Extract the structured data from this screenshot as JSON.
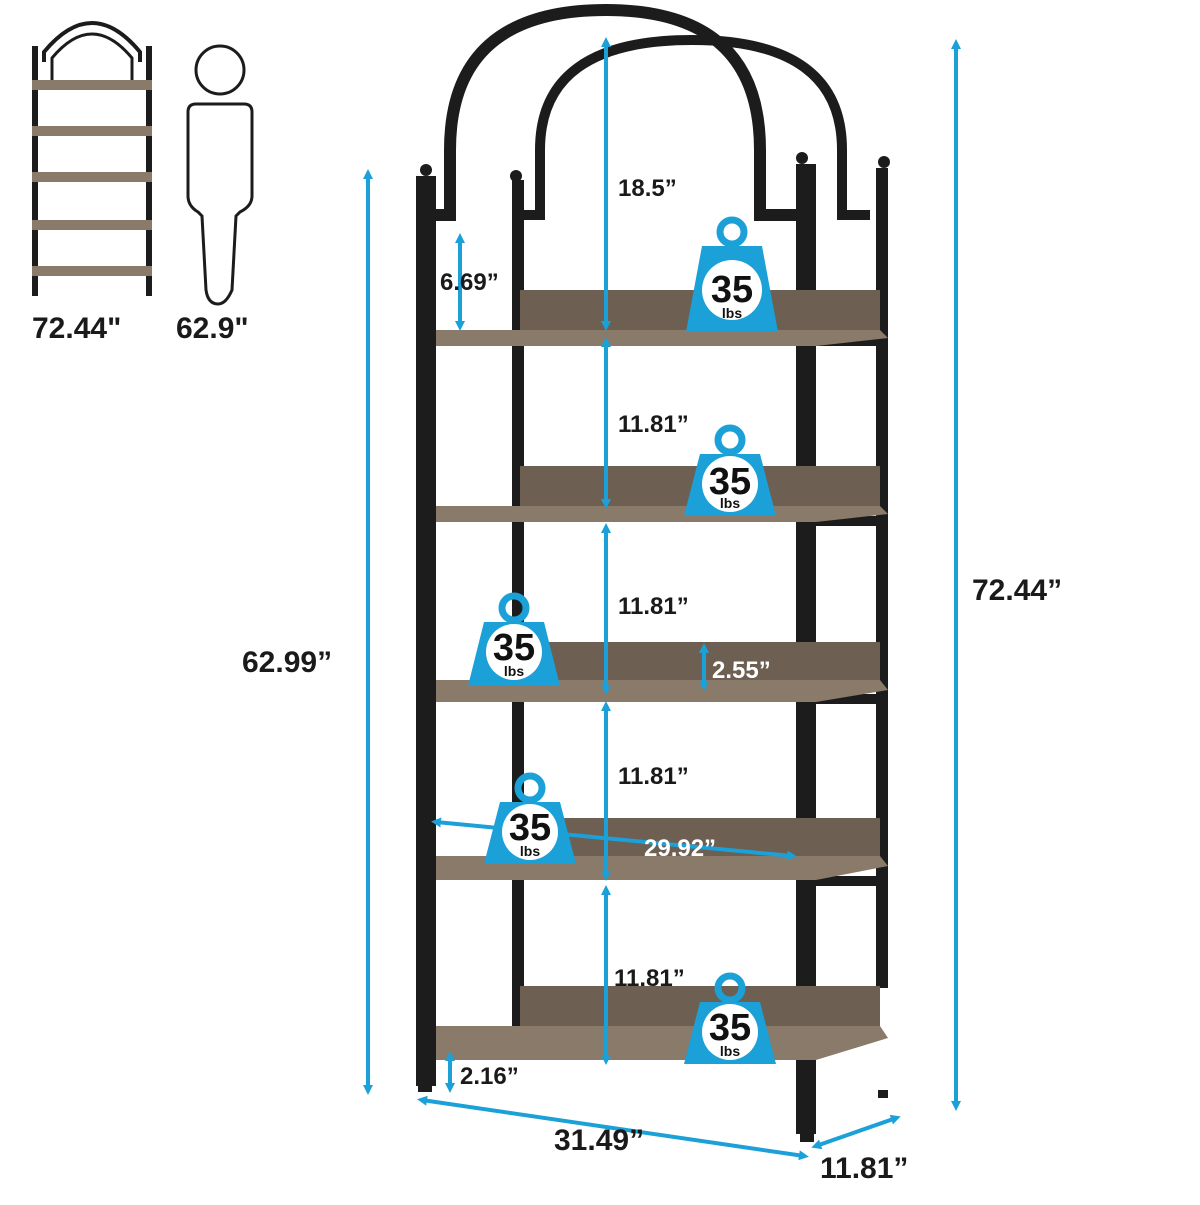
{
  "thumbnails": {
    "shelf_label": "72.44\"",
    "person_label": "62.9\""
  },
  "dimensions": {
    "arch_height": "18.5”",
    "top_clearance": "6.69”",
    "shelf_gap_1": "11.81”",
    "shelf_gap_2": "11.81”",
    "shelf_gap_3": "11.81”",
    "shelf_gap_4": "11.81”",
    "backboard_height": "2.55”",
    "inner_width": "29.92”",
    "bottom_clearance": "2.16”",
    "total_width": "31.49”",
    "depth": "11.81”",
    "total_height": "72.44”",
    "frame_height": "62.99”"
  },
  "weights": [
    {
      "value": "35",
      "unit": "lbs"
    },
    {
      "value": "35",
      "unit": "lbs"
    },
    {
      "value": "35",
      "unit": "lbs"
    },
    {
      "value": "35",
      "unit": "lbs"
    },
    {
      "value": "35",
      "unit": "lbs"
    }
  ],
  "colors": {
    "accent": "#1ba0d8",
    "frame": "#1c1c1c",
    "wood": "#8a7a6a"
  }
}
